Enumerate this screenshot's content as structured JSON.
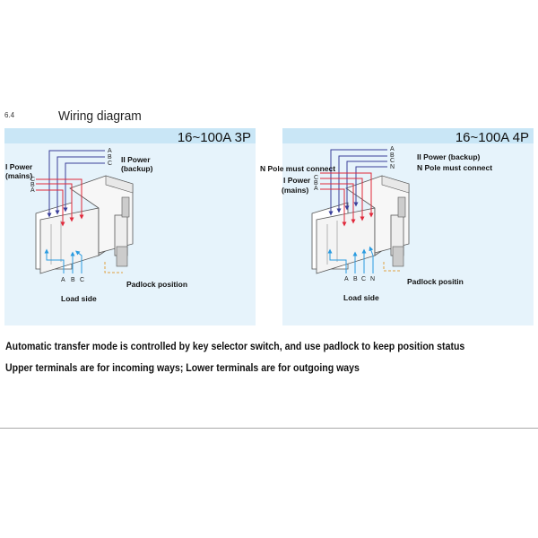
{
  "section_number": "6.4",
  "title": "Wiring diagram",
  "panel_3p": {
    "header": "16~100A 3P",
    "top_phases": [
      "A",
      "B",
      "C"
    ],
    "mains_phases": [
      "C",
      "B",
      "A"
    ],
    "mains_label": [
      "I Power",
      "(mains)"
    ],
    "backup_label": [
      "II Power",
      "(backup)"
    ],
    "load_phases": [
      "A",
      "B",
      "C"
    ],
    "load_label": "Load side",
    "padlock_label": "Padlock position"
  },
  "panel_4p": {
    "header": "16~100A 4P",
    "top_phases": [
      "A",
      "B",
      "C",
      "N"
    ],
    "mains_phases": [
      "C",
      "B",
      "A"
    ],
    "n_pole_left": "N Pole must connect",
    "mains_label": [
      "I Power",
      "(mains)"
    ],
    "backup_label": "II Power (backup)",
    "n_pole_right": "N Pole must connect",
    "load_phases": [
      "A",
      "B",
      "C",
      "N"
    ],
    "load_label": "Load side",
    "padlock_label": "Padlock positin"
  },
  "notes": [
    "Automatic transfer mode is controlled by key selector switch, and use padlock to keep position status",
    "Upper terminals are for incoming ways; Lower terminals are for outgoing ways"
  ],
  "colors": {
    "panel": "#e6f3fb",
    "header": "#c9e6f6",
    "backup_wire": "#3a3f9a",
    "mains_wire": "#e0283a",
    "load_wire": "#2a9be0",
    "padlock": "#e0a040"
  }
}
